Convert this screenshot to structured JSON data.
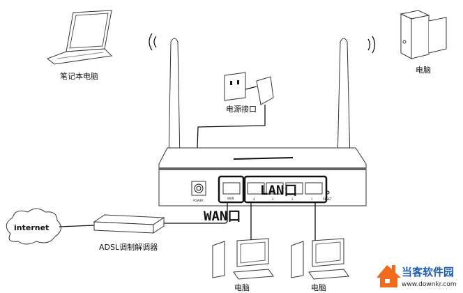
{
  "labels": {
    "laptop": "笔记本电脑",
    "pc_top": "电脑",
    "power_outlet": "电源接口",
    "lan": "LAN口",
    "wan": "WAN口",
    "internet": "internet",
    "modem": "ADSL调制解调器",
    "pc_bottom_left": "电脑",
    "pc_bottom_right": "电脑"
  },
  "ports": {
    "power": "POWER",
    "wan": "WAN",
    "lan": [
      "4",
      "3",
      "2",
      "1"
    ],
    "reset": "RESET"
  },
  "watermark": {
    "name": "当客软件园",
    "url": "www.downkr.com",
    "colors": {
      "house": "#f26a1b",
      "text": "#1e5fb4"
    }
  }
}
